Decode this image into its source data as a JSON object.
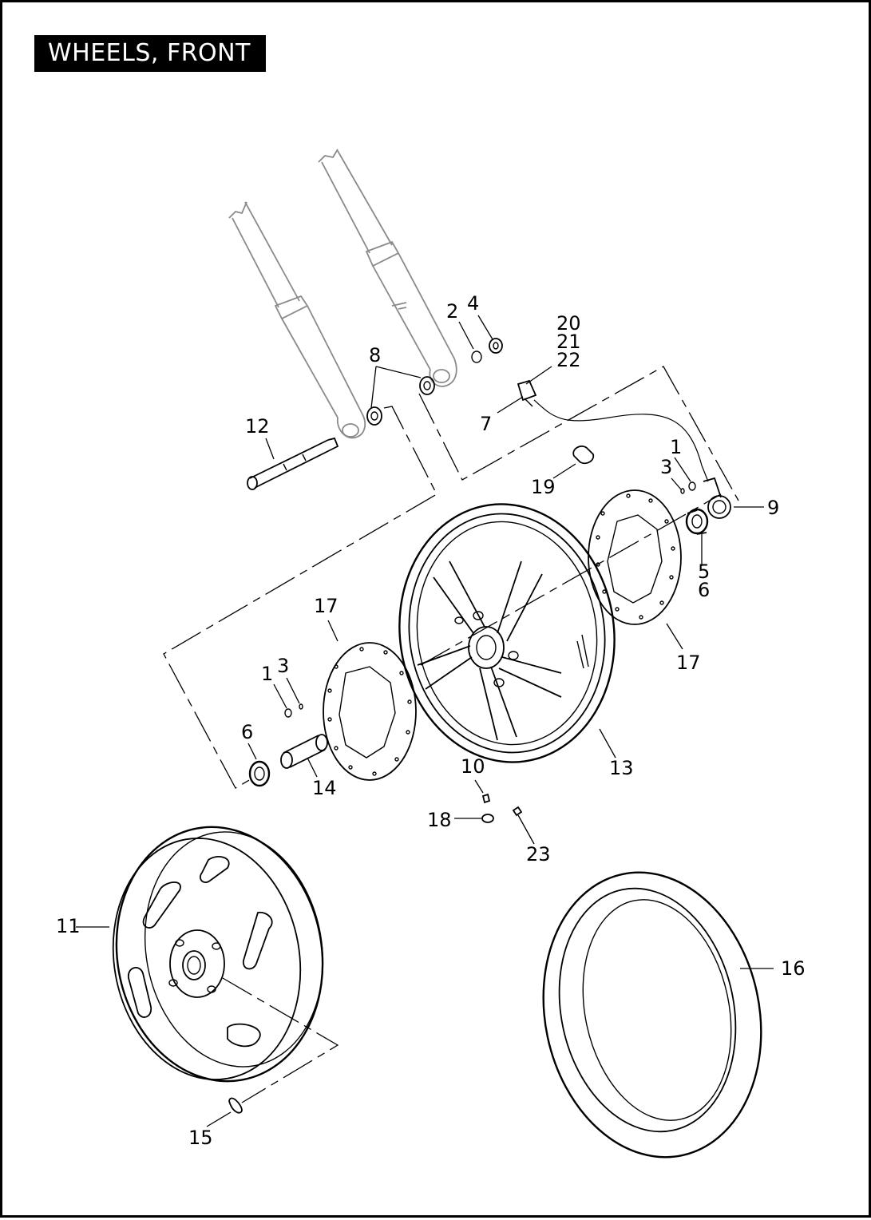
{
  "title": "WHEELS, FRONT",
  "colors": {
    "ink": "#000000",
    "fork": "#8a8a8a",
    "background": "#ffffff"
  },
  "callouts": {
    "c1a": "1",
    "c1b": "1",
    "c2": "2",
    "c3a": "3",
    "c3b": "3",
    "c4": "4",
    "c5": "5",
    "c6a": "6",
    "c6b": "6",
    "c7": "7",
    "c8": "8",
    "c9": "9",
    "c10": "10",
    "c11": "11",
    "c12": "12",
    "c13": "13",
    "c14": "14",
    "c15": "15",
    "c16": "16",
    "c17a": "17",
    "c17b": "17",
    "c18": "18",
    "c19": "19",
    "c20": "20",
    "c21": "21",
    "c22": "22",
    "c23": "23"
  }
}
